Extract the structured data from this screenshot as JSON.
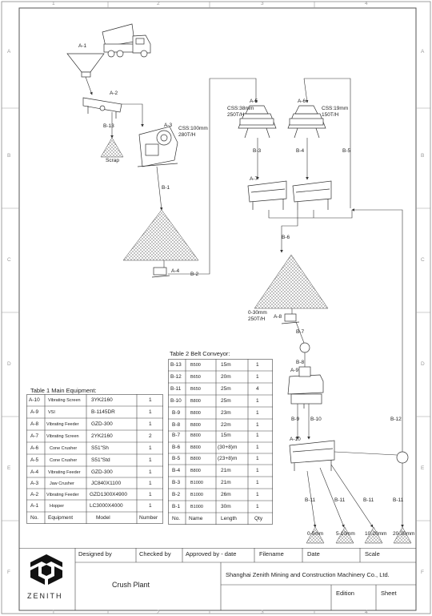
{
  "frame": {
    "top_numbers": [
      "1",
      "2",
      "3",
      "4"
    ],
    "bottom_numbers": [
      "1",
      "2",
      "3",
      "4"
    ],
    "side_letters": [
      "A",
      "B",
      "C",
      "D",
      "E",
      "F"
    ]
  },
  "equipment_labels": {
    "a1": "A-1",
    "a2": "A-2",
    "a3": "A-3",
    "a4": "A-4",
    "a5": "A-5",
    "a6": "A-6",
    "a7": "A-7",
    "a8": "A-8",
    "a9": "A-9",
    "a10": "A-10"
  },
  "belt_labels": {
    "b1": "B-1",
    "b2": "B-2",
    "b3": "B-3",
    "b4": "B-4",
    "b5": "B-5",
    "b6": "B-6",
    "b7": "B-7",
    "b8": "B-8",
    "b9": "B-9",
    "b10": "B-10",
    "b11": "B-11",
    "b12": "B-12",
    "b13": "B-13"
  },
  "annotations": {
    "scrap": "Scrap",
    "a3_css": "CSS:100mm",
    "a3_cap": "280T/H",
    "a5_css": "CSS:38mm",
    "a5_cap": "250T/H",
    "a6_css": "CSS:19mm",
    "a6_cap": "150T/H",
    "pile_size": "0-30mm",
    "pile_cap": "250T/H"
  },
  "products": [
    "0-5mm",
    "5-10mm",
    "10-20mm",
    "20-30mm"
  ],
  "table1": {
    "title": "Table 1 Main Equipment:",
    "header": [
      "No.",
      "Equipment",
      "Model",
      "Number"
    ],
    "rows": [
      [
        "A-10",
        "Vibrating Screen",
        "3YK2160",
        "1"
      ],
      [
        "A-9",
        "VSI",
        "B-1145DR",
        "1"
      ],
      [
        "A-8",
        "Vibrating Feeder",
        "GZD-300",
        "1"
      ],
      [
        "A-7",
        "Vibrating Screen",
        "2YK2160",
        "2"
      ],
      [
        "A-6",
        "Cone Crusher",
        "S51\"Sh",
        "1"
      ],
      [
        "A-5",
        "Cone Crusher",
        "S51\"Std",
        "1"
      ],
      [
        "A-4",
        "Vibrating Feeder",
        "GZD-300",
        "1"
      ],
      [
        "A-3",
        "Jaw Crusher",
        "JC840X1100",
        "1"
      ],
      [
        "A-2",
        "Vibrating Feeder",
        "GZD1300X4900",
        "1"
      ],
      [
        "A-1",
        "Hopper",
        "LC3000X4000",
        "1"
      ]
    ]
  },
  "table2": {
    "title": "Table 2 Belt Conveyor:",
    "header": [
      "No.",
      "Name",
      "Length",
      "Qty"
    ],
    "rows": [
      [
        "B-13",
        "B500",
        "15m",
        "1"
      ],
      [
        "B-12",
        "B650",
        "20m",
        "1"
      ],
      [
        "B-11",
        "B650",
        "25m",
        "4"
      ],
      [
        "B-10",
        "B800",
        "25m",
        "1"
      ],
      [
        "B-9",
        "B800",
        "23m",
        "1"
      ],
      [
        "B-8",
        "B800",
        "22m",
        "1"
      ],
      [
        "B-7",
        "B800",
        "15m",
        "1"
      ],
      [
        "B-6",
        "B800",
        "(30+8)m",
        "1"
      ],
      [
        "B-5",
        "B800",
        "(23+8)m",
        "1"
      ],
      [
        "B-4",
        "B800",
        "21m",
        "1"
      ],
      [
        "B-3",
        "B1000",
        "21m",
        "1"
      ],
      [
        "B-2",
        "B1000",
        "26m",
        "1"
      ],
      [
        "B-1",
        "B1000",
        "30m",
        "1"
      ]
    ]
  },
  "title_block": {
    "logo_text": "ZENITH",
    "designed_by": "Designed by",
    "checked_by": "Checked by",
    "approved_by": "Approved by - date",
    "filename": "Filename",
    "date": "Date",
    "scale": "Scale",
    "drawing_title": "Crush Plant",
    "company": "Shanghai Zenith Mining and Construction Machinery Co., Ltd.",
    "edition": "Edition",
    "sheet": "Sheet"
  }
}
